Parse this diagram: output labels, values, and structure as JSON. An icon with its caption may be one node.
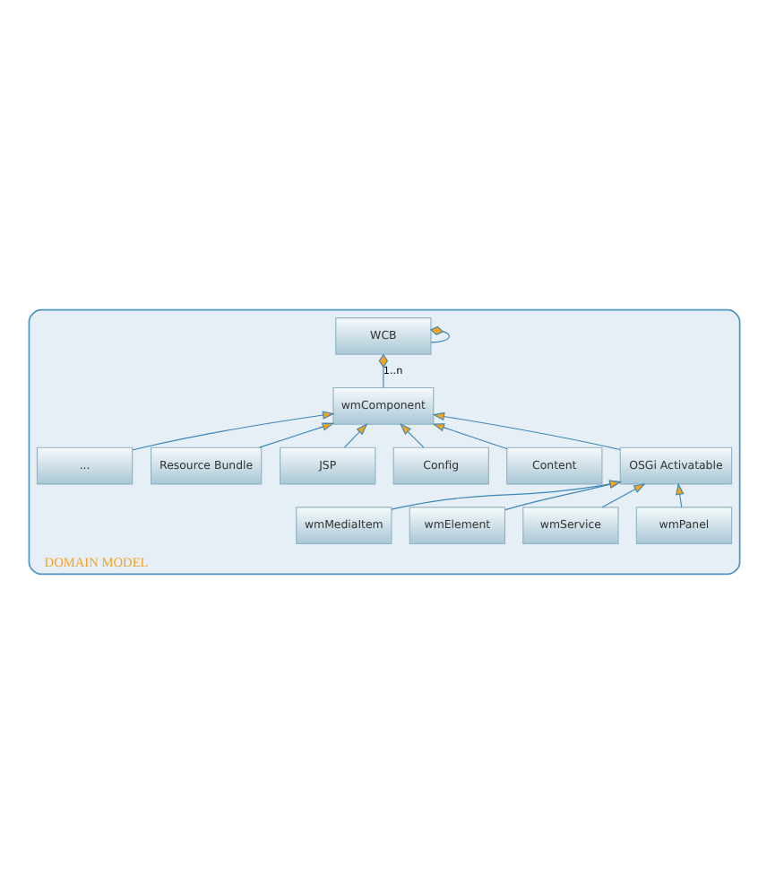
{
  "diagram": {
    "nodes": [
      {
        "text": [
          "DOMAIN MODEL"
        ]
      },
      {
        "text": [
          "WCB"
        ],
        "in": 0
      },
      {
        "text": [
          "wmComponent"
        ],
        "in": 0
      },
      {
        "text": [
          "OSGi Activatable"
        ],
        "in": 0
      },
      {
        "text": [
          "wmPanel"
        ],
        "in": 0
      },
      {
        "text": [
          "wmService"
        ],
        "in": 0
      },
      {
        "text": [
          "wmElement"
        ],
        "in": 0
      },
      {
        "text": [
          "wmMediaItem"
        ],
        "in": 0
      },
      {
        "text": [
          "Content"
        ],
        "in": 0
      },
      {
        "text": [
          "Config"
        ],
        "in": 0
      },
      {
        "text": [
          "JSP"
        ],
        "in": 0
      },
      {
        "text": [
          "Resource Bundle"
        ],
        "in": 0
      },
      {
        "text": [
          "..."
        ],
        "in": 0
      }
    ],
    "edges": [
      {
        "from": 1,
        "to": 1,
        "arrow": "other"
      },
      {
        "from": 2,
        "to": 1,
        "arrow": "other",
        "label": "1..n"
      },
      {
        "from": 3,
        "to": 2,
        "arrow": "to"
      },
      {
        "from": 4,
        "to": 3,
        "arrow": "to"
      },
      {
        "from": 5,
        "to": 3,
        "arrow": "to"
      },
      {
        "from": 6,
        "to": 3,
        "arrow": "to"
      },
      {
        "from": 7,
        "to": 3,
        "arrow": "to"
      },
      {
        "from": 8,
        "to": 2,
        "arrow": "to"
      },
      {
        "from": 9,
        "to": 2,
        "arrow": "to"
      },
      {
        "from": 10,
        "to": 2,
        "arrow": "to"
      },
      {
        "from": 11,
        "to": 2,
        "arrow": "to"
      },
      {
        "from": 12,
        "to": 2,
        "arrow": "to"
      }
    ]
  }
}
